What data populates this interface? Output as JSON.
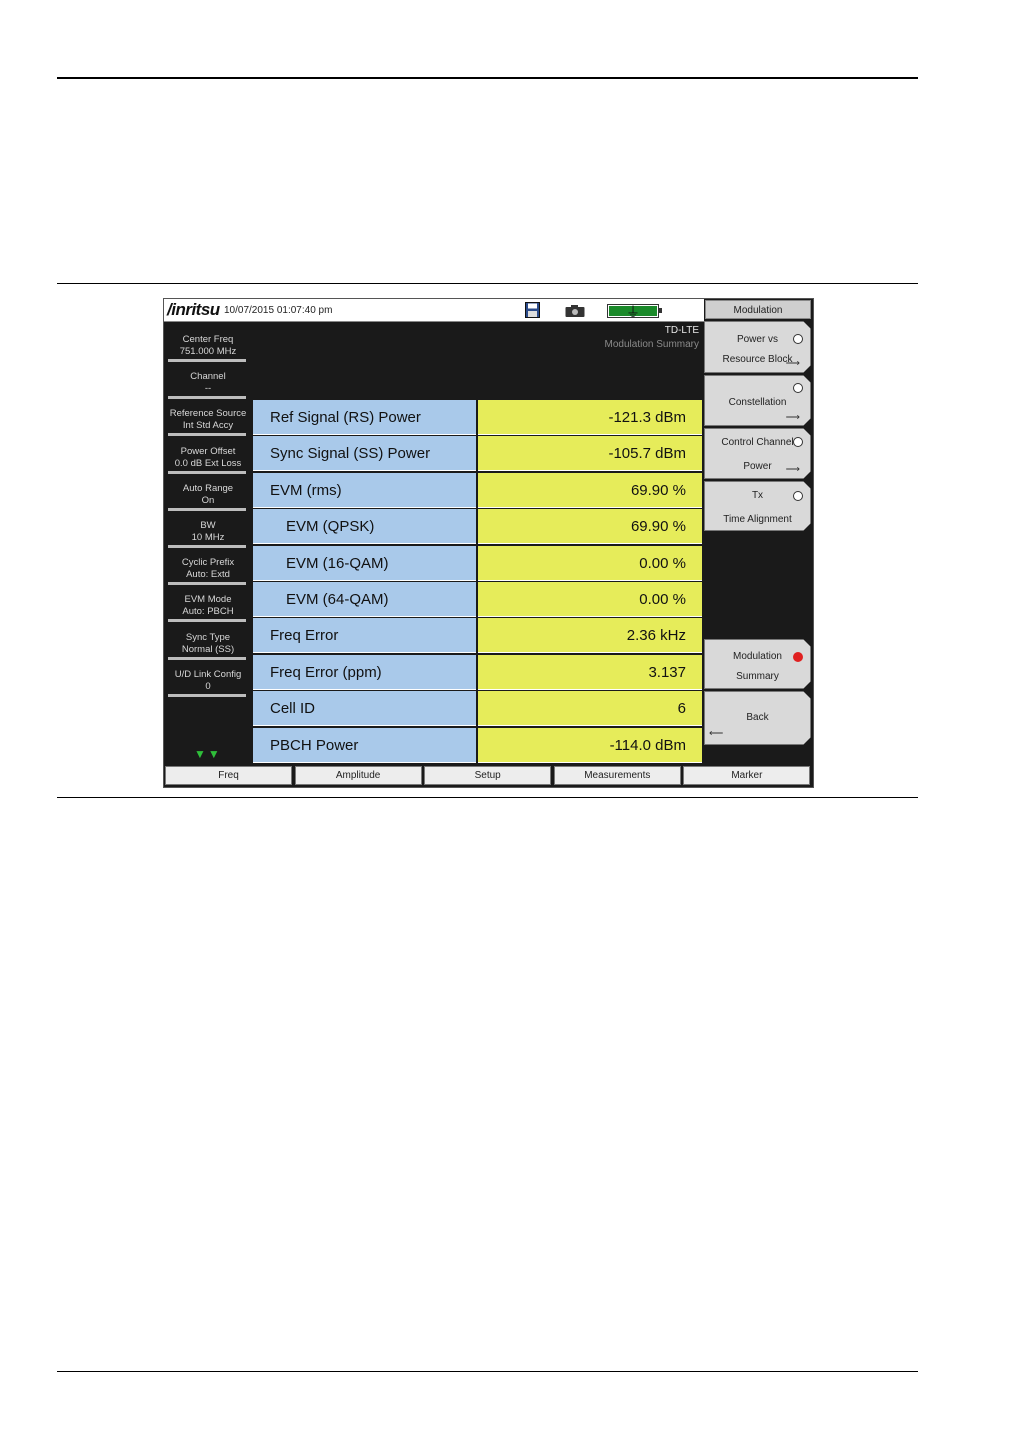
{
  "header": {
    "logo_text": "/inritsu",
    "datetime": "10/07/2015 01:07:40 pm"
  },
  "status": {
    "battery_level_pct": 100,
    "icons": [
      "save-icon",
      "camera-icon",
      "battery-icon",
      "ac-plug-icon"
    ]
  },
  "display": {
    "standard": "TD-LTE",
    "measurement": "Modulation Summary"
  },
  "left_panel": [
    {
      "label": "Center Freq",
      "value": "751.000 MHz"
    },
    {
      "label": "Channel",
      "value": "--"
    },
    {
      "label": "Reference Source",
      "value": "Int Std Accy"
    },
    {
      "label": "Power Offset",
      "value": "0.0 dB Ext Loss"
    },
    {
      "label": "Auto Range",
      "value": "On"
    },
    {
      "label": "BW",
      "value": "10 MHz"
    },
    {
      "label": "Cyclic Prefix",
      "value": "Auto: Extd"
    },
    {
      "label": "EVM Mode",
      "value": "Auto: PBCH"
    },
    {
      "label": "Sync Type",
      "value": "Normal (SS)"
    },
    {
      "label": "U/D Link Config",
      "value": "0"
    }
  ],
  "summary_table": [
    {
      "label": "Ref Signal (RS) Power",
      "value": "-121.3 dBm",
      "indent": false
    },
    {
      "label": "Sync Signal (SS) Power",
      "value": "-105.7 dBm",
      "indent": false
    },
    {
      "label": "EVM (rms)",
      "value": "69.90 %",
      "indent": false
    },
    {
      "label": "EVM (QPSK)",
      "value": "69.90 %",
      "indent": true
    },
    {
      "label": "EVM (16-QAM)",
      "value": "0.00 %",
      "indent": true
    },
    {
      "label": "EVM (64-QAM)",
      "value": "0.00 %",
      "indent": true
    },
    {
      "label": "Freq Error",
      "value": "2.36 kHz",
      "indent": false
    },
    {
      "label": "Freq Error (ppm)",
      "value": "3.137",
      "indent": false
    },
    {
      "label": "Cell ID",
      "value": "6",
      "indent": false
    },
    {
      "label": "PBCH Power",
      "value": "-114.0 dBm",
      "indent": false
    }
  ],
  "right_panel": {
    "title": "Modulation",
    "softkeys": [
      {
        "line1": "Power vs",
        "line2": "Resource Block",
        "radio": "off",
        "arrow": true
      },
      {
        "line1": "",
        "line2": "Constellation",
        "radio": "off",
        "arrow": true
      },
      {
        "line1": "Control Channel",
        "line2": "Power",
        "radio": "off",
        "arrow": true
      },
      {
        "line1": "Tx",
        "line2": "Time Alignment",
        "radio": "off",
        "arrow": false
      },
      {
        "line1": "Modulation",
        "line2": "Summary",
        "radio": "on",
        "arrow": false
      },
      {
        "line1": "Back",
        "line2": "",
        "radio": "none",
        "arrow": false
      }
    ]
  },
  "bottom_tabs": [
    "Freq",
    "Amplitude",
    "Setup",
    "Measurements",
    "Marker"
  ],
  "colors": {
    "label_cell": "#a9c9ea",
    "value_cell": "#e6ec5a",
    "screen_bg": "#1a1a1a",
    "radio_selected": "#e02020",
    "battery": "#1a8a2a"
  }
}
